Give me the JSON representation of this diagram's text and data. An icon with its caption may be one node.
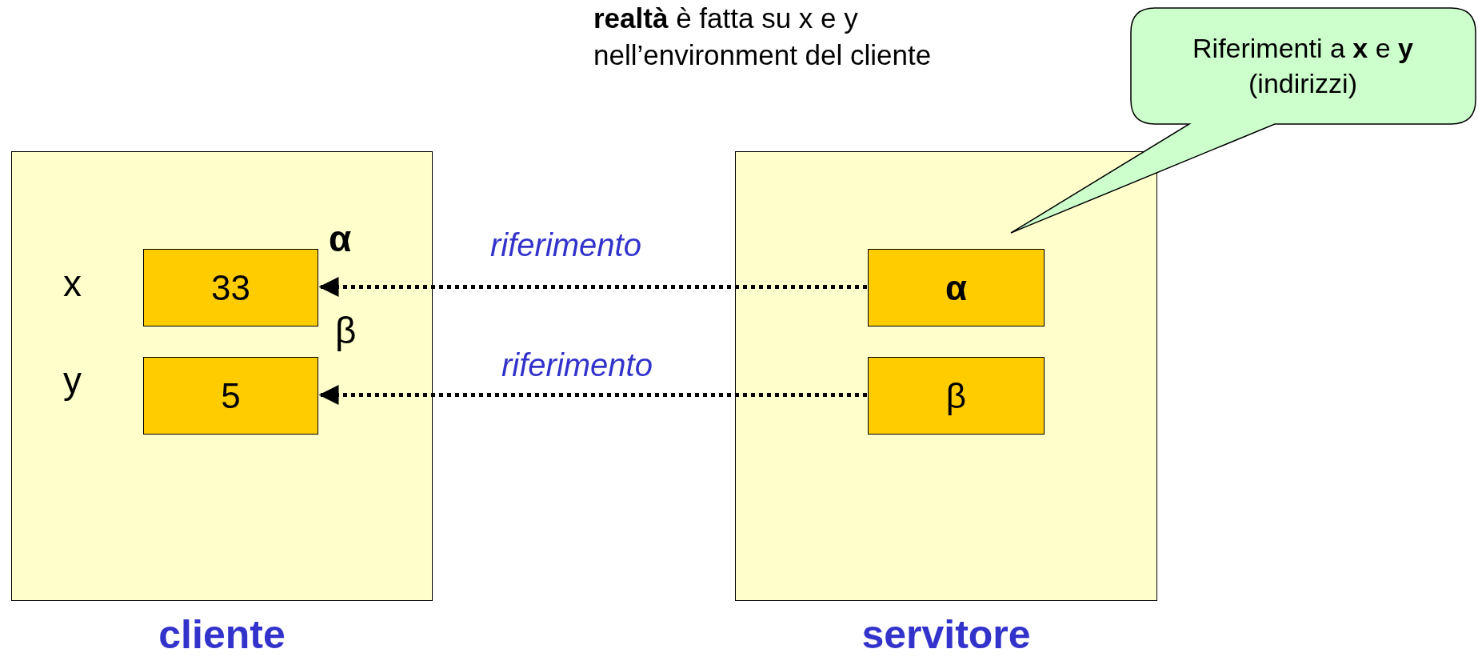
{
  "diagram": {
    "nodes": [
      {
        "text": [
          "cliente"
        ]
      },
      {
        "text": [
          "33"
        ],
        "in": 0,
        "beside": [
          "x",
          "α"
        ]
      },
      {
        "text": [
          "5"
        ],
        "in": 0,
        "beside": [
          "y",
          "β"
        ]
      },
      {
        "text": [
          "servitore"
        ]
      },
      {
        "text": [
          "α"
        ],
        "in": 3
      },
      {
        "text": [
          "β"
        ],
        "in": 3
      },
      {
        "text": [
          "Riferimenti a **x** e **y** (indirizzi)"
        ]
      }
    ],
    "edges": [
      {
        "from": 4,
        "to": 1,
        "arrow": "to",
        "label": "riferimento",
        "style": "dashed"
      },
      {
        "from": 5,
        "to": 2,
        "arrow": "to",
        "label": "riferimento",
        "style": "dashed"
      }
    ],
    "labels": [
      "**realtà** è fatta su x e y nell’environment del cliente"
    ]
  }
}
